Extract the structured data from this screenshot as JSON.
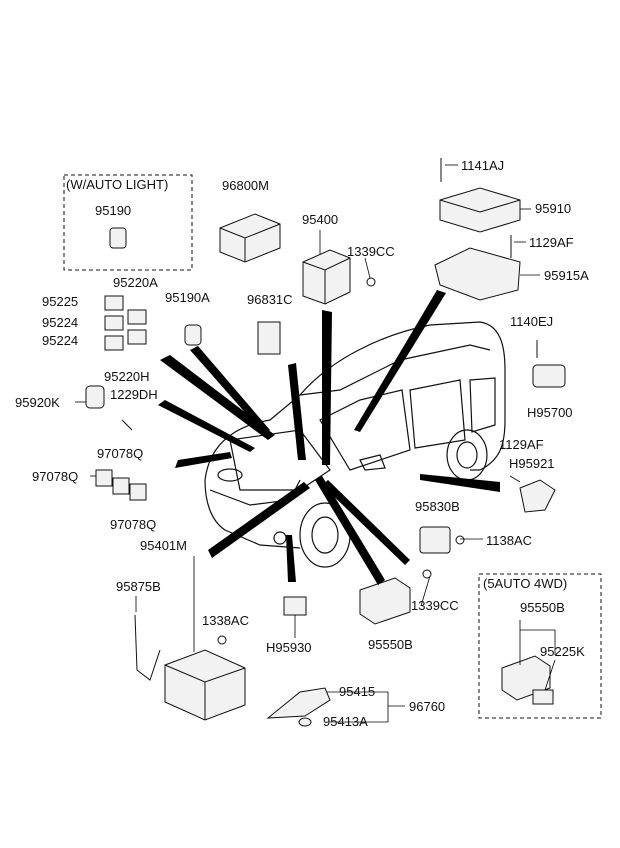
{
  "boxes": {
    "auto_light": "(W/AUTO LIGHT)",
    "auto_4wd": "(5AUTO 4WD)"
  },
  "labels": {
    "p95190": "95190",
    "p96800M": "96800M",
    "p1141AJ": "1141AJ",
    "p95910": "95910",
    "p95400": "95400",
    "p1339CC_top": "1339CC",
    "p1129AF_top": "1129AF",
    "p95915A": "95915A",
    "p95220A": "95220A",
    "p95225": "95225",
    "p95190A": "95190A",
    "p96831C": "96831C",
    "p95224_a": "95224",
    "p95224_b": "95224",
    "p95220H": "95220H",
    "p1140EJ": "1140EJ",
    "p95920K": "95920K",
    "p1229DH": "1229DH",
    "pH95700": "H95700",
    "p1129AF_right": "1129AF",
    "p97078Q_top": "97078Q",
    "pH95921": "H95921",
    "p97078Q_left": "97078Q",
    "p95830B": "95830B",
    "p97078Q_bottom": "97078Q",
    "p1138AC": "1138AC",
    "p95401M": "95401M",
    "p95875B": "95875B",
    "p1339CC_mid": "1339CC",
    "p95550B_box": "95550B",
    "p1338AC": "1338AC",
    "p95225K": "95225K",
    "pH95930": "H95930",
    "p95550B": "95550B",
    "p95415": "95415",
    "p96760": "96760",
    "p95413A": "95413A"
  },
  "colors": {
    "ink": "#111111",
    "fill": "#f2f2f2",
    "leader": "#000000"
  }
}
